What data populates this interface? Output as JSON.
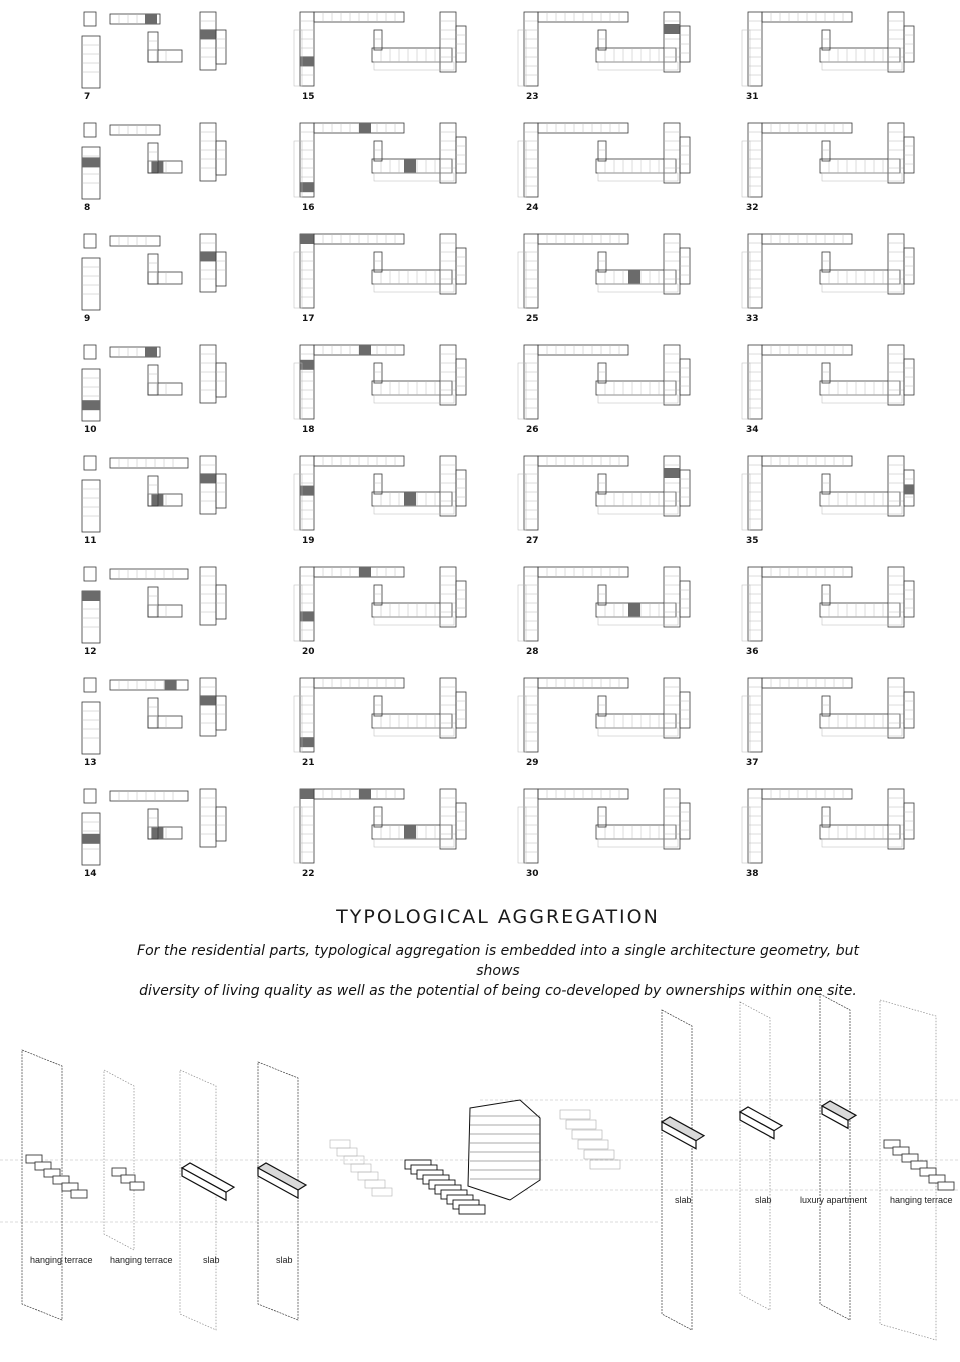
{
  "plan_grid": {
    "numbers": [
      [
        "7",
        "8",
        "9",
        "10",
        "11",
        "12",
        "13",
        "14"
      ],
      [
        "15",
        "16",
        "17",
        "18",
        "19",
        "20",
        "21",
        "22"
      ],
      [
        "23",
        "24",
        "25",
        "26",
        "27",
        "28",
        "29",
        "30"
      ],
      [
        "31",
        "32",
        "33",
        "34",
        "35",
        "36",
        "37",
        "38"
      ]
    ]
  },
  "section": {
    "title": "TYPOLOGICAL AGGREGATION",
    "description_line1": "For the residential parts, typological aggregation is embedded into a single architecture geometry, but shows",
    "description_line2": "diversity of living quality as well as the potential of being co-developed by ownerships within one site."
  },
  "axonometric_labels": {
    "left": [
      "hanging terrace",
      "hanging terrace",
      "slab",
      "slab"
    ],
    "right": [
      "slab",
      "slab",
      "luxury apartment",
      "hanging terrace"
    ]
  },
  "colors": {
    "line": "#3a3a3a",
    "light_line": "#b8b8b8",
    "highlight": "#6b6b6b"
  }
}
